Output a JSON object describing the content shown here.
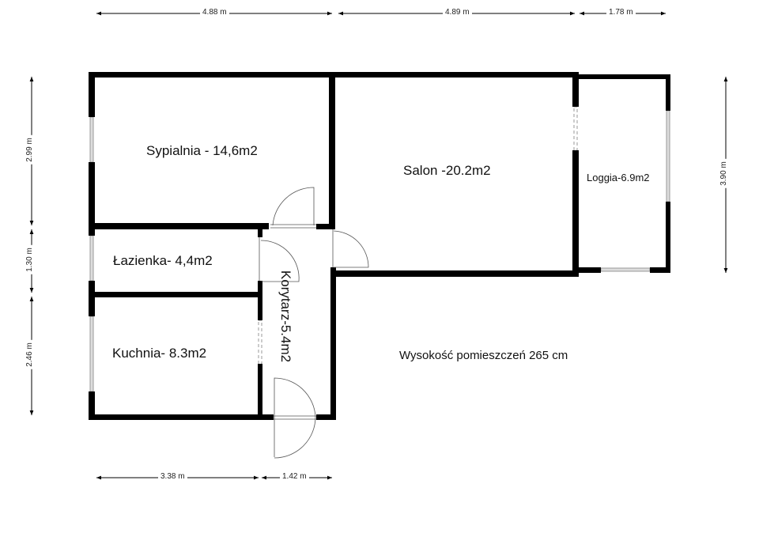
{
  "rooms": {
    "bedroom": "Sypialnia - 14,6m2",
    "living_room": "Salon -20.2m2",
    "loggia": "Loggia-6.9m2",
    "bathroom": "Łazienka- 4,4m2",
    "kitchen": "Kuchnia- 8.3m2",
    "corridor": "Korytarz-5.4m2"
  },
  "note": "Wysokość pomieszczeń 265 cm",
  "dimensions": {
    "top": [
      "4.88 m",
      "4.89 m",
      "1.78 m"
    ],
    "left": [
      "2.99 m",
      "1.30 m",
      "2.46 m"
    ],
    "right": [
      "3.90 m"
    ],
    "bottom": [
      "3.38 m",
      "1.42 m"
    ]
  },
  "colors": {
    "wall": "#000000",
    "window": "#bbbbbb",
    "background": "#ffffff"
  }
}
